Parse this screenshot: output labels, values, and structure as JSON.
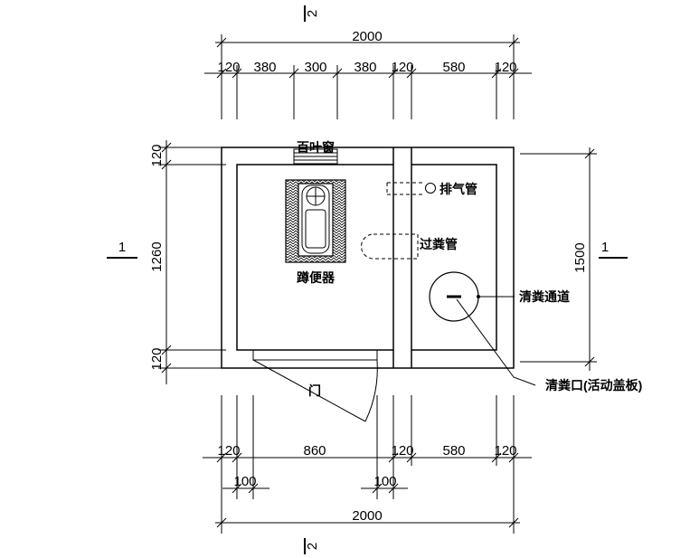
{
  "section_marks": {
    "top": "2",
    "bottom": "2",
    "left": "1",
    "right": "1"
  },
  "dims_top": {
    "overall": "2000",
    "segments": [
      "120",
      "380",
      "300",
      "380",
      "120",
      "580",
      "120"
    ]
  },
  "dims_bottom": {
    "segments": [
      "120",
      "860",
      "120",
      "580",
      "120"
    ],
    "door_jambs": [
      "100",
      "100"
    ],
    "overall": "2000"
  },
  "dims_left": [
    "120",
    "1260",
    "120"
  ],
  "dims_right": "1500",
  "labels": {
    "louver_window": "百叶窗",
    "squat_toilet": "蹲便器",
    "vent_pipe": "排气管",
    "sewage_pipe": "过粪管",
    "cleanout_channel": "清粪通道",
    "cleanout_opening": "清粪口(活动盖板)",
    "door": "门"
  }
}
